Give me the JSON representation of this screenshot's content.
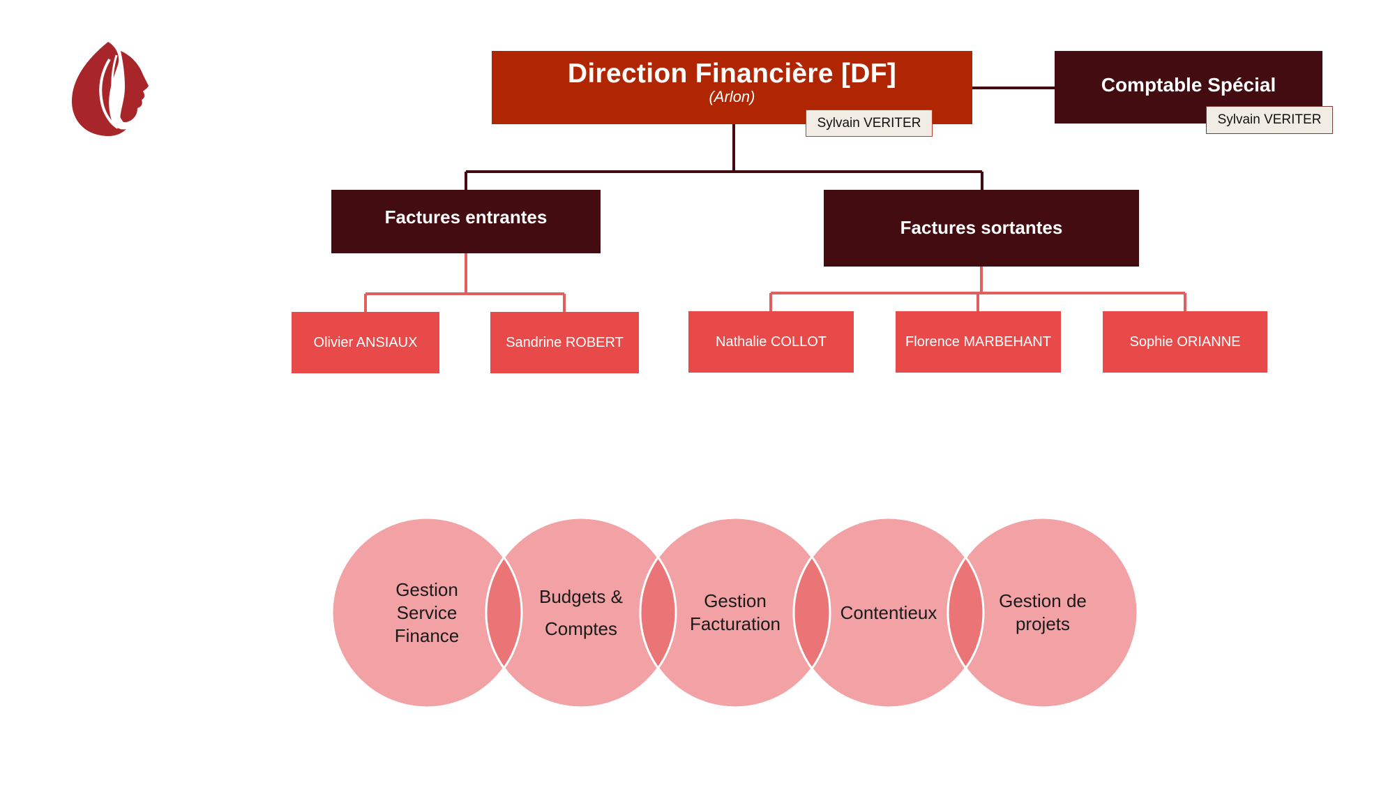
{
  "org_chart": {
    "direction": {
      "title": "Direction Financière [DF]",
      "location": "(Arlon)",
      "person": "Sylvain VERITER"
    },
    "comptable_special": {
      "title": "Comptable Spécial",
      "person": "Sylvain VERITER"
    },
    "groups": [
      {
        "title": "Factures entrantes",
        "members": [
          "Olivier ANSIAUX",
          "Sandrine ROBERT"
        ]
      },
      {
        "title": "Factures sortantes",
        "members": [
          "Nathalie COLLOT",
          "Florence MARBEHANT",
          "Sophie ORIANNE"
        ]
      }
    ]
  },
  "activities": [
    "Gestion Service Finance",
    "Budgets & Comptes",
    "Gestion Facturation",
    "Contentieux",
    "Gestion de projets"
  ],
  "colors": {
    "direction_red": "#b02502",
    "dark_maroon": "#420c10",
    "person_red": "#e84a4a",
    "connector_red": "#e06060",
    "circle_fill": "#f2a2a4",
    "circle_overlap": "#ea7476",
    "logo_red": "#a8262a"
  },
  "logo": {
    "icon": "woman-profile-logo-icon"
  }
}
